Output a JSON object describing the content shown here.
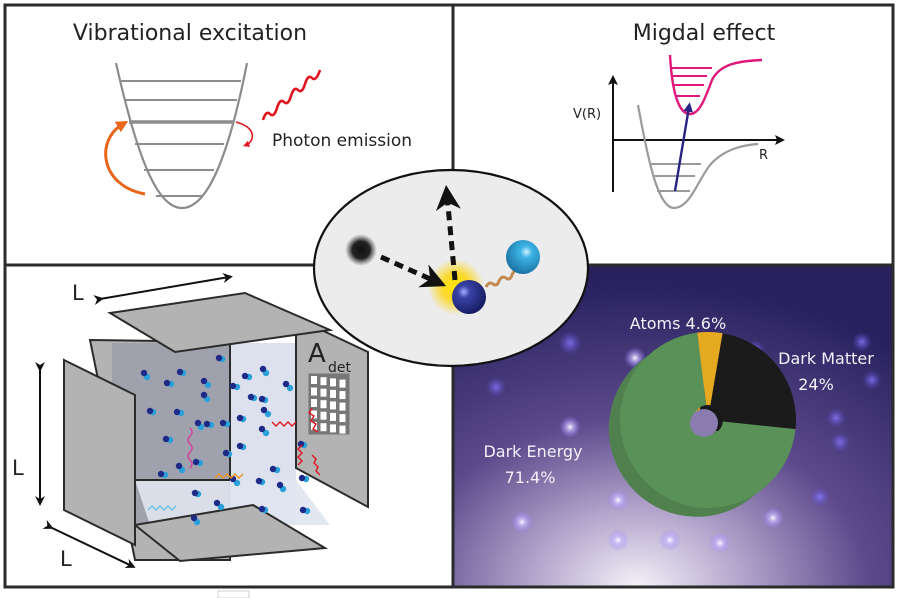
{
  "panels": {
    "vibrational": {
      "title": "Vibrational excitation",
      "photon_label": "Photon emission",
      "colors": {
        "well": "#8c8c8c",
        "excite_arrow": "#e8651a",
        "photon": "#e0141e"
      }
    },
    "migdal": {
      "title": "Migdal effect",
      "y_axis_label": "V(R)",
      "x_axis_label": "R",
      "colors": {
        "ground": "#9a9a9a",
        "excited": "#e0177c",
        "transition": "#2a2384"
      }
    },
    "detector": {
      "dimension_labels": [
        "L",
        "L",
        "L"
      ],
      "area_label_main": "A",
      "area_label_sub": "det",
      "colors": {
        "plate": "#b3b3b3",
        "atom_dark": "#1f2a86",
        "atom_light": "#2aa0d8"
      }
    },
    "collision": {
      "colors": {
        "dark_matter": "#1a1a1a",
        "glow": "#ffd400",
        "nucleus": "#1f2a86",
        "partner": "#2a9fd6",
        "bond": "#c08a50"
      }
    },
    "cosmos": {
      "background": "#28215e"
    }
  },
  "chart_data": {
    "type": "pie",
    "style": "donut-3d",
    "title": "",
    "slices": [
      {
        "label": "Dark Energy",
        "value": 71.4,
        "display": "71.4%",
        "color": "#5a9158"
      },
      {
        "label": "Dark Matter",
        "value": 24.0,
        "display": "24%",
        "color": "#1b1b1b"
      },
      {
        "label": "Atoms",
        "value": 4.6,
        "display": "4.6%",
        "color": "#e6aa21"
      }
    ],
    "labels": {
      "dark_energy": [
        "Dark Energy",
        "71.4%"
      ],
      "dark_matter": [
        "Dark Matter",
        "24%"
      ],
      "atoms": "Atoms 4.6%"
    }
  }
}
